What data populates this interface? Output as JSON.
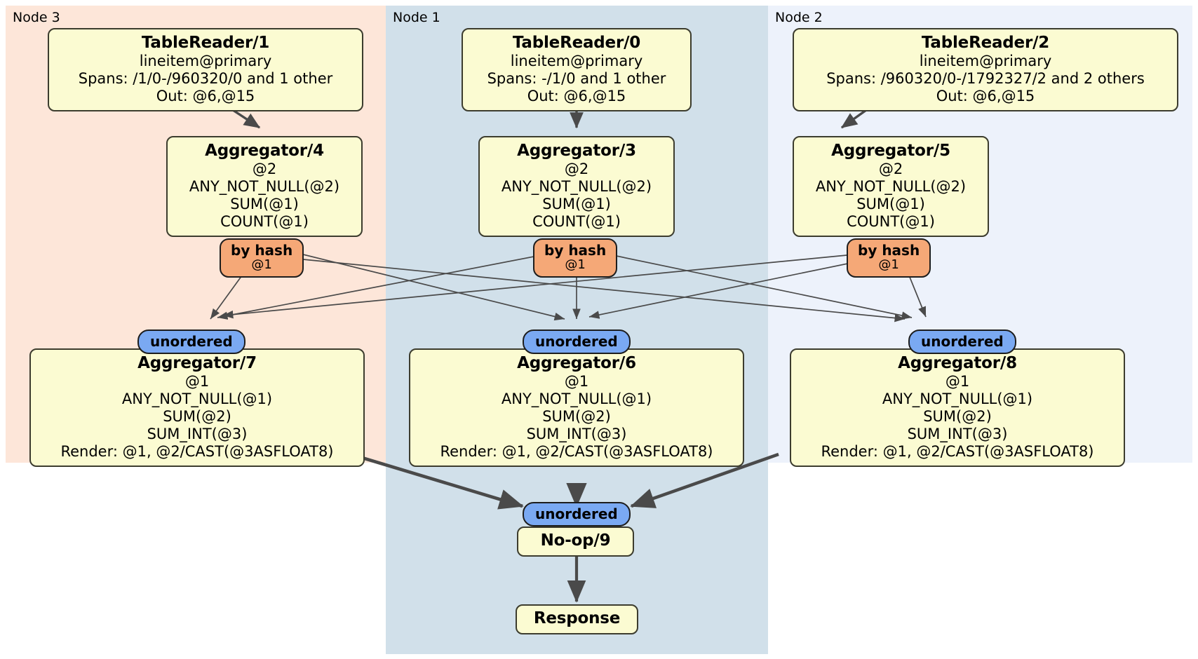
{
  "diagram": {
    "kind": "distributed-query-plan",
    "regions": [
      {
        "id": "node3",
        "label": "Node 3",
        "color": "#fde6d9"
      },
      {
        "id": "node1",
        "label": "Node 1",
        "color": "#d1e0ea"
      },
      {
        "id": "node2",
        "label": "Node 2",
        "color": "#edf2fb"
      }
    ],
    "colors": {
      "processor_fill": "#fbfbd2",
      "processor_stroke": "#3c3c2e",
      "hash_router_fill": "#f5a877",
      "unordered_fill": "#7aa9f2",
      "edge_stroke": "#4a4a4a"
    },
    "processors": {
      "table_reader_1": {
        "title": "TableReader/1",
        "lines": [
          "lineitem@primary",
          "Spans: /1/0-/960320/0 and 1 other",
          "Out: @6,@15"
        ]
      },
      "table_reader_0": {
        "title": "TableReader/0",
        "lines": [
          "lineitem@primary",
          "Spans: -/1/0 and 1 other",
          "Out: @6,@15"
        ]
      },
      "table_reader_2": {
        "title": "TableReader/2",
        "lines": [
          "lineitem@primary",
          "Spans: /960320/0-/1792327/2 and 2 others",
          "Out: @6,@15"
        ]
      },
      "aggregator_4": {
        "title": "Aggregator/4",
        "lines": [
          "@2",
          "ANY_NOT_NULL(@2)",
          "SUM(@1)",
          "COUNT(@1)"
        ]
      },
      "aggregator_3": {
        "title": "Aggregator/3",
        "lines": [
          "@2",
          "ANY_NOT_NULL(@2)",
          "SUM(@1)",
          "COUNT(@1)"
        ]
      },
      "aggregator_5": {
        "title": "Aggregator/5",
        "lines": [
          "@2",
          "ANY_NOT_NULL(@2)",
          "SUM(@1)",
          "COUNT(@1)"
        ]
      },
      "aggregator_7": {
        "title": "Aggregator/7",
        "lines": [
          "@1",
          "ANY_NOT_NULL(@1)",
          "SUM(@2)",
          "SUM_INT(@3)",
          "Render: @1, @2/CAST(@3ASFLOAT8)"
        ]
      },
      "aggregator_6": {
        "title": "Aggregator/6",
        "lines": [
          "@1",
          "ANY_NOT_NULL(@1)",
          "SUM(@2)",
          "SUM_INT(@3)",
          "Render: @1, @2/CAST(@3ASFLOAT8)"
        ]
      },
      "aggregator_8": {
        "title": "Aggregator/8",
        "lines": [
          "@1",
          "ANY_NOT_NULL(@1)",
          "SUM(@2)",
          "SUM_INT(@3)",
          "Render: @1, @2/CAST(@3ASFLOAT8)"
        ]
      },
      "noop_9": {
        "title": "No-op/9",
        "lines": []
      },
      "response": {
        "title": "Response",
        "lines": []
      }
    },
    "routers": {
      "hash_left": {
        "type": "by hash",
        "column": "@1"
      },
      "hash_center": {
        "type": "by hash",
        "column": "@1"
      },
      "hash_right": {
        "type": "by hash",
        "column": "@1"
      }
    },
    "synchronizers": {
      "unordered_left": {
        "label": "unordered"
      },
      "unordered_center": {
        "label": "unordered"
      },
      "unordered_right": {
        "label": "unordered"
      },
      "unordered_final": {
        "label": "unordered"
      }
    }
  }
}
